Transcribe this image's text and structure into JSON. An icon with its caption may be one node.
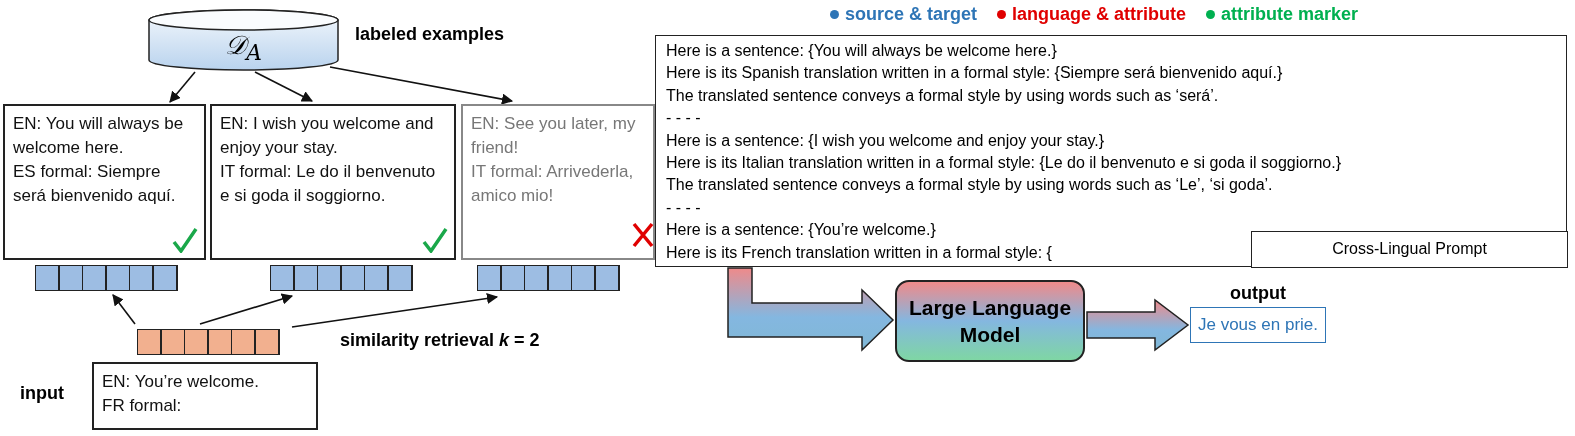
{
  "diagram": {
    "nodes": [
      {
        "text": [
          "𝒟$_{A}$"
        ],
        "beside": [
          "labeled examples"
        ]
      },
      {
        "text": [
          "EN: You will always be welcome here.",
          "ES formal: Siempre será bienvenido aquí."
        ]
      },
      {
        "text": [
          "EN: I wish you welcome and enjoy your stay.",
          "IT formal: Le do il benvenuto e si goda il soggiorno."
        ]
      },
      {
        "text": [
          "EN: See you later, my friend!",
          "IT formal: Arrivederla, amico mio!"
        ]
      },
      {
        "text": [],
        "shape": "bar"
      },
      {
        "text": [],
        "shape": "bar"
      },
      {
        "text": [],
        "shape": "bar"
      },
      {
        "text": [],
        "shape": "bar"
      },
      {
        "text": [
          "EN: You’re welcome.",
          "FR formal:"
        ],
        "beside": [
          "input"
        ]
      },
      {
        "text": [
          "Here is a sentence: {You will always be welcome here.}",
          "Here is its Spanish translation written in a formal style: {Siempre será bienvenido aquí.}",
          "The translated sentence conveys a formal style by using words such as ‘será’.",
          "- - - -",
          "Here is a sentence: {I wish you welcome and enjoy your stay.}",
          "Here is its Italian translation written in a formal style: {Le do il benvenuto e si goda il soggiorno.}",
          "The translated sentence conveys a formal style by using words such as ‘Le’, ‘si goda’.",
          "- - - -",
          "Here is a sentence: {You’re welcome.}",
          "Here is its French translation written in a formal style: {"
        ]
      },
      {
        "text": [
          "Cross-Lingual Prompt"
        ],
        "in": 9
      },
      {
        "text": [
          "Large Language Model"
        ]
      },
      {
        "text": [
          "Je vous en prie."
        ],
        "beside": [
          "output"
        ]
      }
    ],
    "edges": [
      {
        "from": 0,
        "to": 1,
        "arrow": "to"
      },
      {
        "from": 0,
        "to": 2,
        "arrow": "to"
      },
      {
        "from": 0,
        "to": 3,
        "arrow": "to"
      },
      {
        "from": 7,
        "to": 4,
        "arrow": "to"
      },
      {
        "from": 7,
        "to": 5,
        "arrow": "to"
      },
      {
        "from": 7,
        "to": 6,
        "arrow": "to"
      },
      {
        "from": 9,
        "to": 11,
        "arrow": "to",
        "style": "thick"
      },
      {
        "from": 11,
        "to": 12,
        "arrow": "to",
        "style": "thick"
      }
    ],
    "labels": [
      "similarity retrieval *k* = 2"
    ],
    "legend": [
      {
        "text": "source & target",
        "color": "#2e75b6"
      },
      {
        "text": "language & attribute",
        "color": "#e00000"
      },
      {
        "text": "attribute marker",
        "color": "#00b050"
      }
    ]
  }
}
